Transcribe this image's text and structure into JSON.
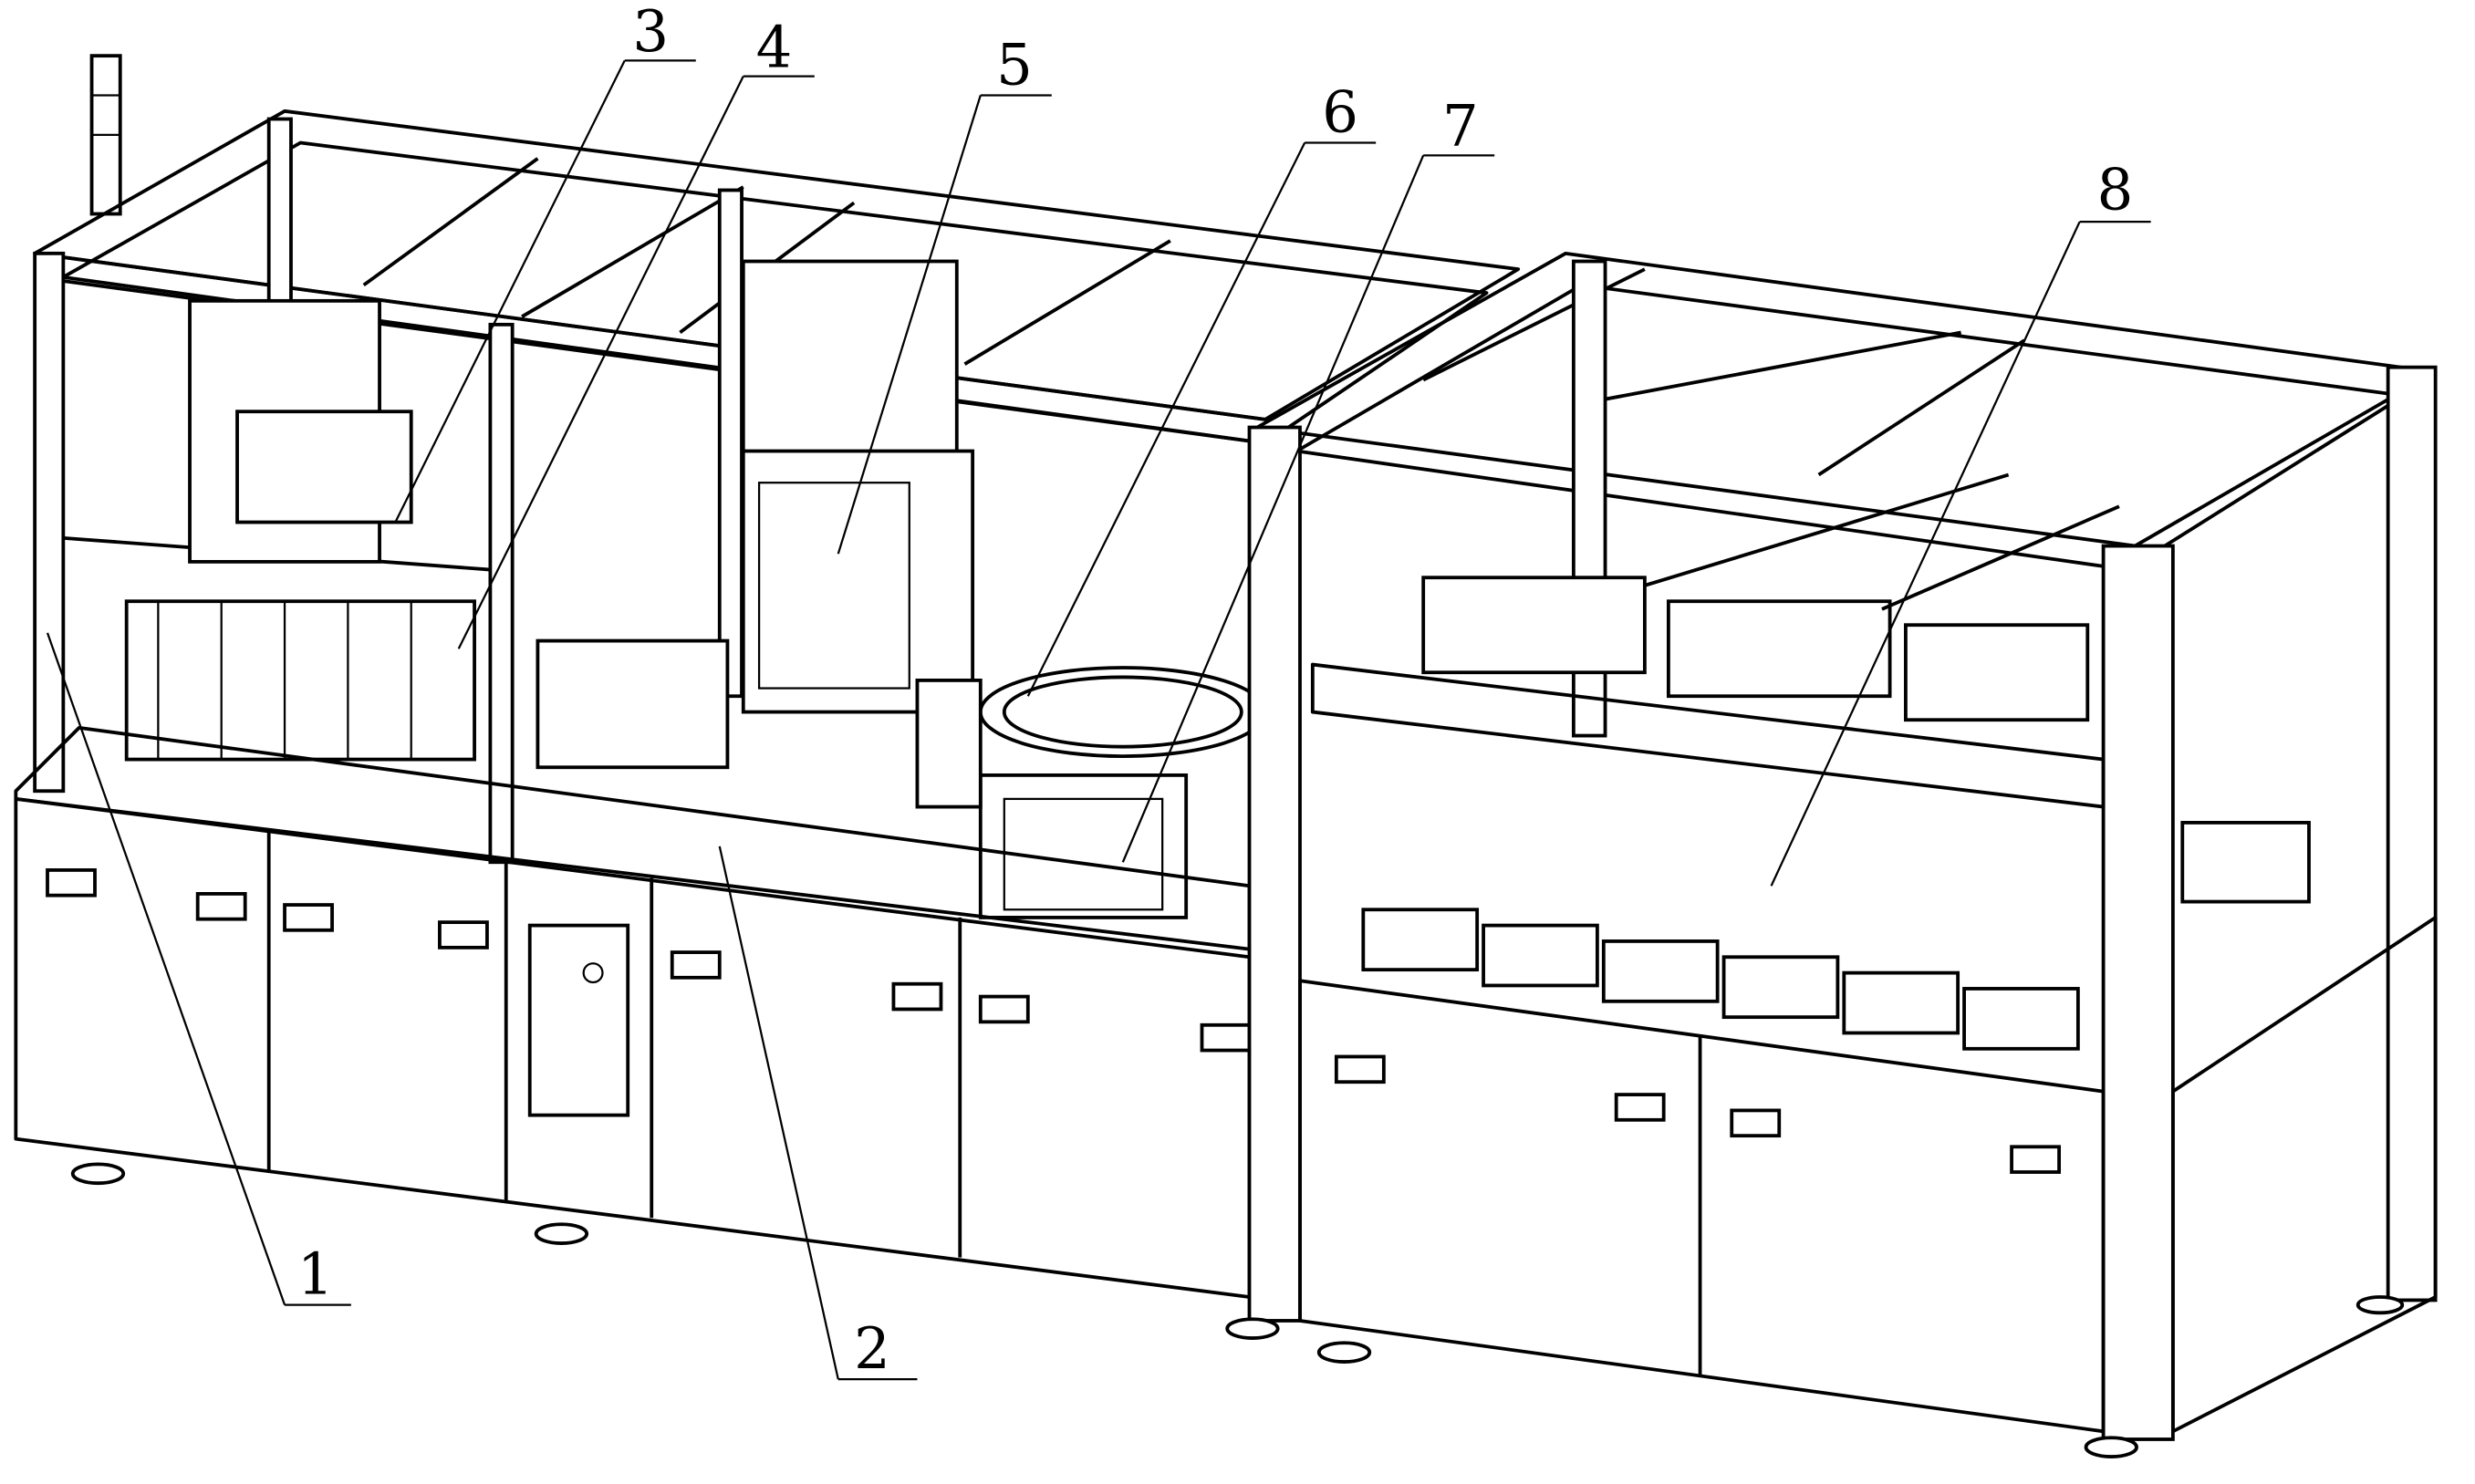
{
  "figure": {
    "type": "patent line drawing",
    "callouts": [
      {
        "id": "1",
        "label": "1"
      },
      {
        "id": "2",
        "label": "2"
      },
      {
        "id": "3",
        "label": "3"
      },
      {
        "id": "4",
        "label": "4"
      },
      {
        "id": "5",
        "label": "5"
      },
      {
        "id": "6",
        "label": "6"
      },
      {
        "id": "7",
        "label": "7"
      },
      {
        "id": "8",
        "label": "8"
      }
    ]
  }
}
